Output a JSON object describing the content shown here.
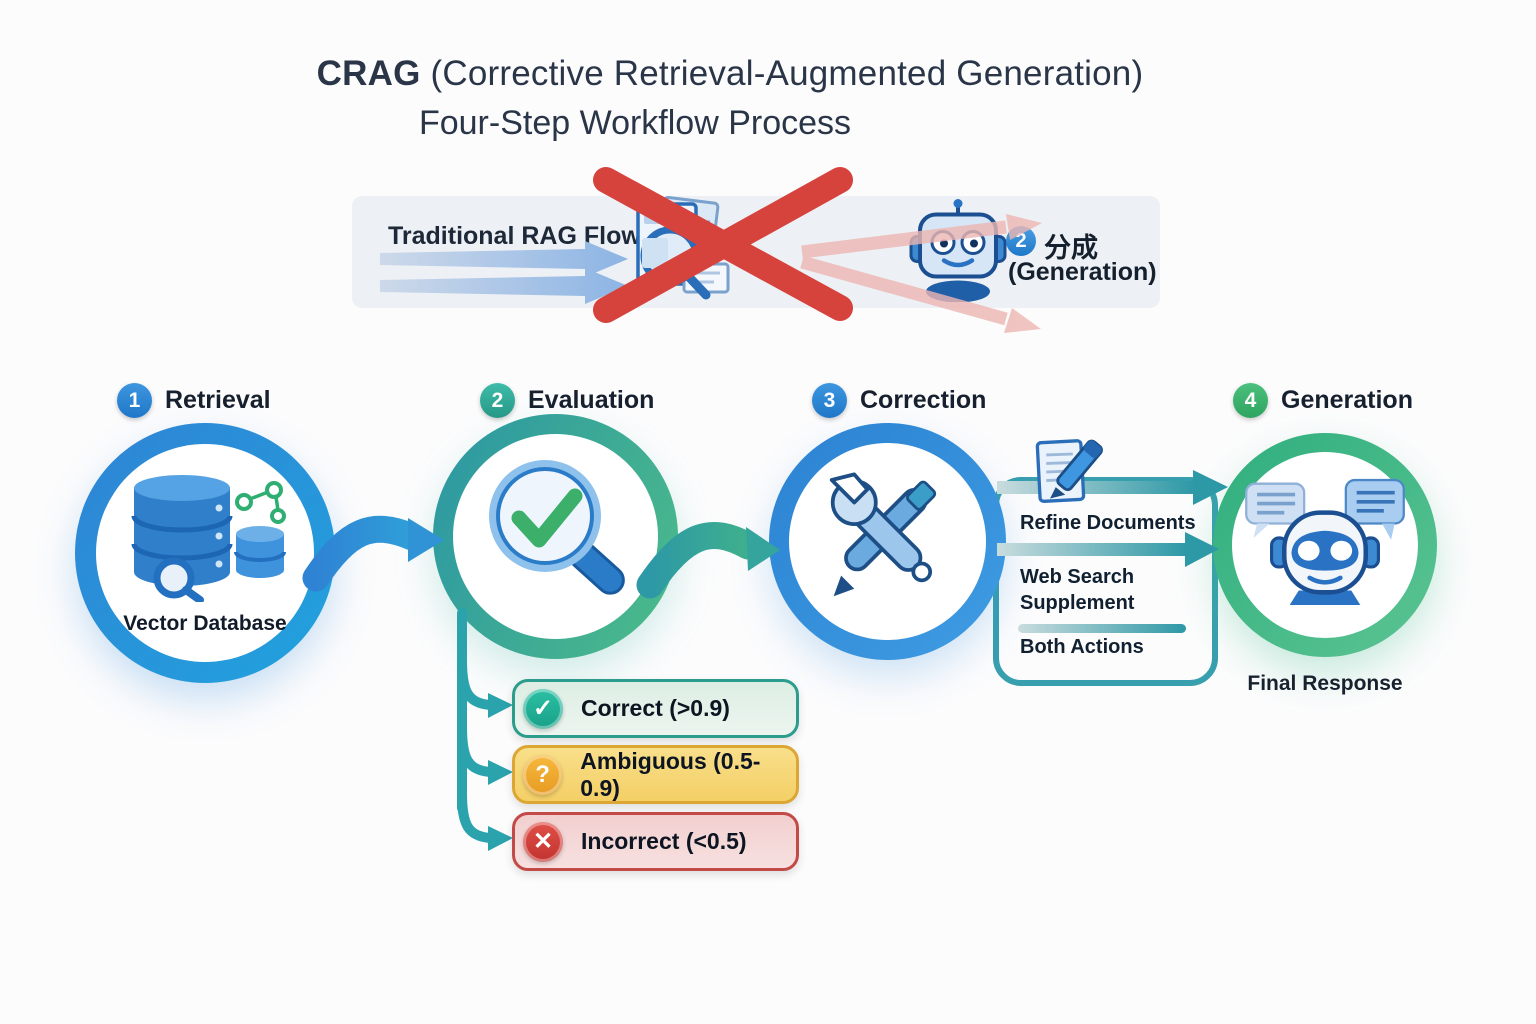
{
  "title": {
    "brand": "CRAG",
    "line1_rest": "(Corrective Retrieval-Augmented Generation)",
    "line2": "Four-Step Workflow Process"
  },
  "traditional_rag": {
    "label": "Traditional RAG Flow",
    "badge_number": "2",
    "badge_cjk": "分成",
    "badge_sub": "(Generation)"
  },
  "steps": [
    {
      "number": "1",
      "label": "Retrieval",
      "caption": "Vector Database",
      "accent_color": "#2e86d0"
    },
    {
      "number": "2",
      "label": "Evaluation",
      "accent_color": "#35ad9e"
    },
    {
      "number": "3",
      "label": "Correction",
      "accent_color": "#2e86d0"
    },
    {
      "number": "4",
      "label": "Generation",
      "caption": "Final Response",
      "accent_color": "#45b877"
    }
  ],
  "evaluation_branches": [
    {
      "label": "Correct (>0.9)",
      "icon": "check-icon",
      "glyph": "✓",
      "color": "#23ad95"
    },
    {
      "label": "Ambiguous (0.5-0.9)",
      "icon": "question-icon",
      "glyph": "?",
      "color": "#efa93a"
    },
    {
      "label": "Incorrect (<0.5)",
      "icon": "cross-icon",
      "glyph": "✕",
      "color": "#d2403d"
    }
  ],
  "correction_options": [
    {
      "label": "Refine Documents"
    },
    {
      "label": "Web Search Supplement"
    },
    {
      "label": "Both Actions"
    }
  ],
  "colors": {
    "ring_blue": "#2e86d0",
    "ring_teal": "#35ad9e",
    "ring_green": "#45b877",
    "connector_teal": "#2ba3ad",
    "error_red": "#d6423c",
    "panel_gray": "#edf0f4"
  }
}
